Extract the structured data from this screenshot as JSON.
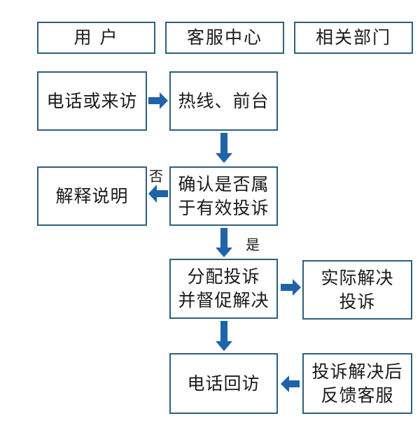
{
  "columns": {
    "user": "用 户",
    "service_center": "客服中心",
    "departments": "相关部门"
  },
  "nodes": {
    "phone_or_visit": "电话或来访",
    "hotline_front_desk": "热线、前台",
    "explain": "解释说明",
    "confirm_valid": "确认是否属\n于有效投诉",
    "assign_supervise": "分配投诉\n并督促解决",
    "actually_resolve": "实际解决\n投诉",
    "phone_follow_up": "电话回访",
    "feedback_to_service": "投诉解决后\n反馈客服"
  },
  "edge_labels": {
    "no": "否",
    "yes": "是"
  },
  "colors": {
    "border": "#2f5f7c",
    "arrow": "#1f63a8"
  }
}
